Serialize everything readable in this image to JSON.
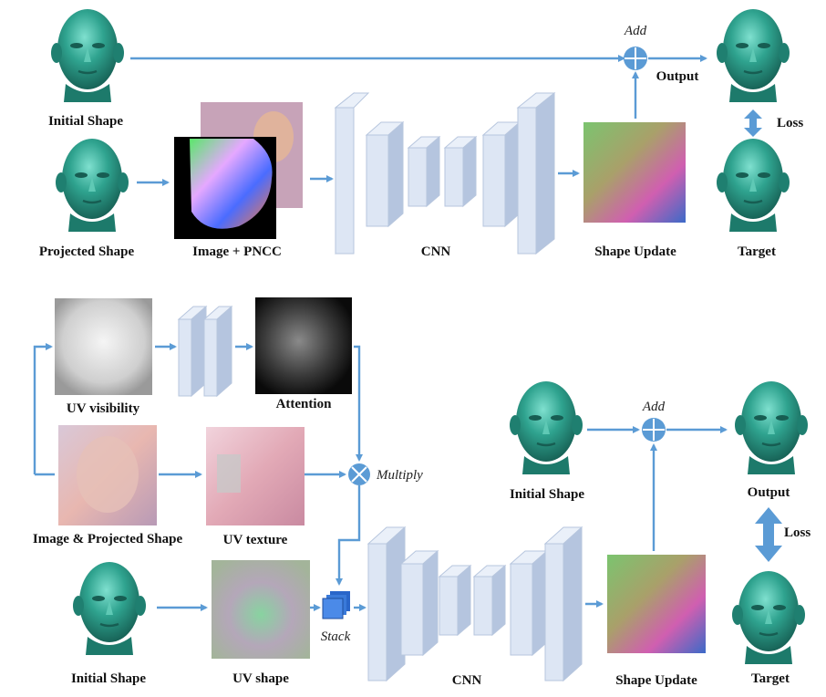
{
  "top": {
    "initial_shape_label": "Initial Shape",
    "projected_shape_label": "Projected Shape",
    "image_pncc_label": "Image + PNCC",
    "cnn_label": "CNN",
    "shape_update_label": "Shape Update",
    "add_label": "Add",
    "output_label": "Output",
    "loss_label": "Loss",
    "target_label": "Target"
  },
  "bottom": {
    "uv_visibility_label": "UV visibility",
    "attention_label": "Attention",
    "image_projected_label": "Image & Projected Shape",
    "uv_texture_label": "UV texture",
    "multiply_label": "Multiply",
    "initial_shape_label": "Initial Shape",
    "uv_shape_label": "UV shape",
    "stack_label": "Stack",
    "cnn_label": "CNN",
    "shape_update_label": "Shape Update",
    "right_initial_shape_label": "Initial Shape",
    "add_label": "Add",
    "output_label": "Output",
    "loss_label": "Loss",
    "target_label": "Target"
  },
  "colors": {
    "arrow": "#5b9bd5",
    "head": "#2e9e8c",
    "cnn_block": "#dde6f4"
  }
}
